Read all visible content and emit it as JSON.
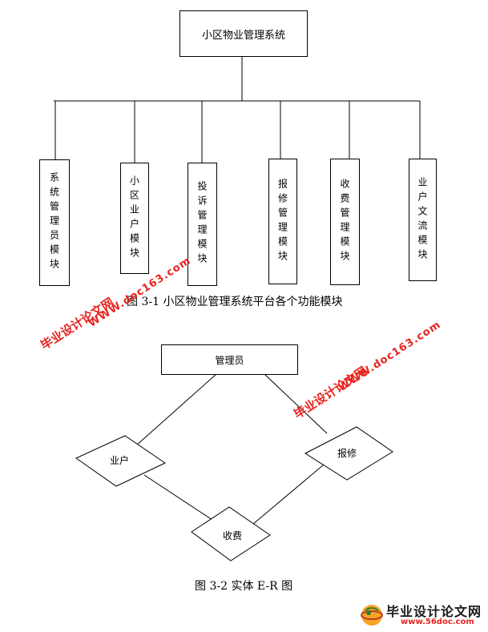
{
  "hierarchy": {
    "root": "小区物业管理系统",
    "modules": [
      "系统管理员模块",
      "小区业户模块",
      "投诉管理模块",
      "报修管理模块",
      "收费管理模块",
      "业户文流模块"
    ],
    "caption": "图 3-1 小区物业管理系统平台各个功能模块"
  },
  "er": {
    "entity": "管理员",
    "diamonds": [
      "业户",
      "报修",
      "收费"
    ],
    "caption": "图 3-2 实体 E-R 图"
  },
  "watermarks": {
    "site_name": "毕业设计论文网",
    "site_url": "WWW.doc163.com"
  },
  "footer": {
    "name": "毕业设计论文网",
    "url": "www.56doc.com"
  },
  "colors": {
    "watermark": "#e8231e"
  }
}
